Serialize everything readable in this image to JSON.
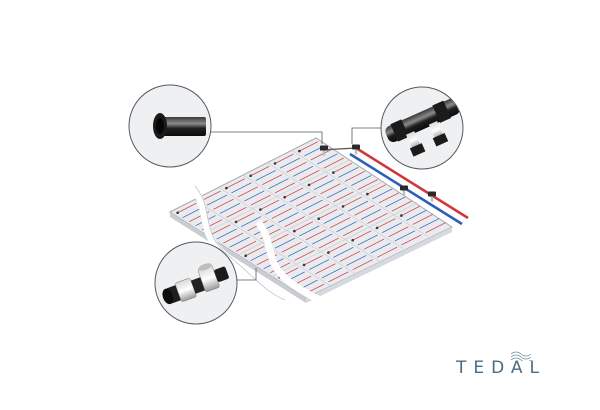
{
  "brand": {
    "name": "TEDAL",
    "color": "#4a6c83",
    "logo_mark": "wave-lines-icon"
  },
  "palette": {
    "hot_pipe": "#d0363b",
    "cold_pipe": "#2e5eb8",
    "panel_fill": "#ebedf0",
    "panel_stroke": "#a7acb3",
    "callout_fill": "#f0f1f3",
    "callout_stroke": "#555a60"
  },
  "callouts": [
    {
      "name": "callout-pipe-sleeve",
      "depicts": "pipe-sleeve-icon"
    },
    {
      "name": "callout-manifold",
      "depicts": "manifold-valve-icon"
    },
    {
      "name": "callout-pipe-coupling",
      "depicts": "pipe-coupling-icon"
    }
  ]
}
